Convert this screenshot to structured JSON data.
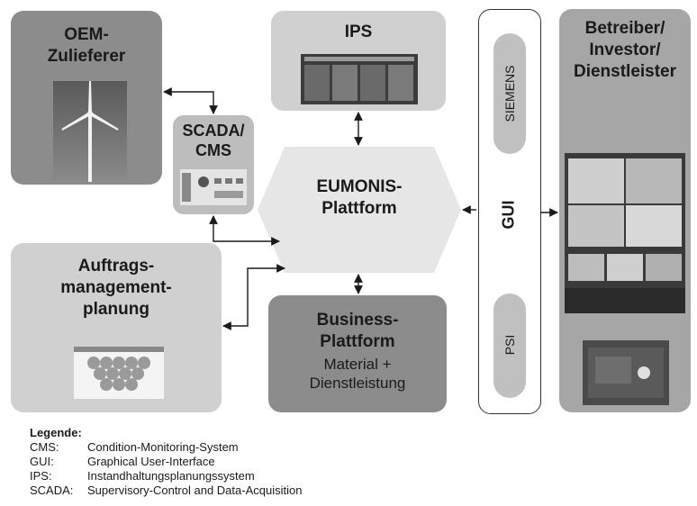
{
  "boxes": {
    "oem": "OEM-\nZulieferer",
    "ips": "IPS",
    "betreiber": "Betreiber/\nInvestor/\nDienstleister",
    "scada": "SCADA/\nCMS",
    "eumonis": "EUMONIS-\nPlattform",
    "auftrag": "Auftrags-\nmanagement-\nplanung",
    "business_title": "Business-\nPlattform",
    "business_sub": "Material +\nDienstleistung",
    "gui": "GUI",
    "siemens": "SIEMENS",
    "psi": "PSI"
  },
  "legend": {
    "heading": "Legende:",
    "items": [
      {
        "key": "CMS:",
        "value": "Condition-Monitoring-System"
      },
      {
        "key": "GUI:",
        "value": "Graphical User-Interface"
      },
      {
        "key": "IPS:",
        "value": "Instandhaltungsplanungssystem"
      },
      {
        "key": "SCADA:",
        "value": "Supervisory-Control and Data-Acquisition"
      }
    ]
  },
  "colors": {
    "dark_box": "#8c8c8c",
    "mid_box": "#a6a6a6",
    "light_box": "#d0d0d0",
    "platform": "#e6e6e6",
    "arrow": "#1a1a1a"
  }
}
